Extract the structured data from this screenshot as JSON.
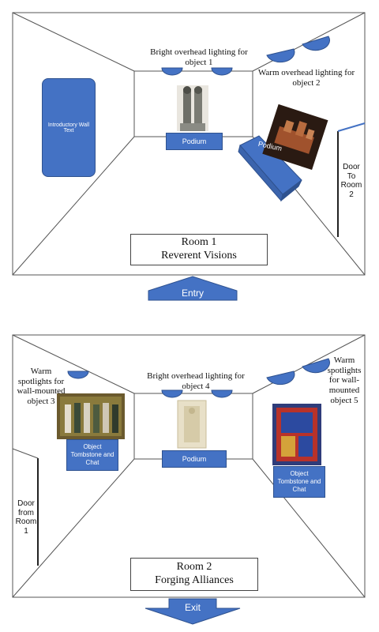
{
  "room1": {
    "title": "Room 1",
    "subtitle": "Reverent Visions",
    "intro_wall_text": "Introductory Wall Text",
    "lighting_object1": "Bright overhead lighting for object 1",
    "lighting_object2": "Warm overhead lighting for object 2",
    "podium1": "Podium",
    "podium2": "Podium",
    "door": "Door To Room 2",
    "entry": "Entry"
  },
  "room2": {
    "title": "Room 2",
    "subtitle": "Forging Alliances",
    "lighting_object3": "Warm spotlights for wall-mounted object 3",
    "lighting_object4": "Bright overhead lighting for object 4",
    "lighting_object5": "Warm spotlights for wall-mounted object 5",
    "tombstone3": "Object Tombstone and Chat",
    "tombstone5": "Object Tombstone and Chat",
    "podium4": "Podium",
    "door": "Door from Room 1",
    "exit": "Exit"
  },
  "colors": {
    "accent_blue": "#4472c4",
    "accent_border": "#2f528f",
    "wall_line": "#555555"
  }
}
